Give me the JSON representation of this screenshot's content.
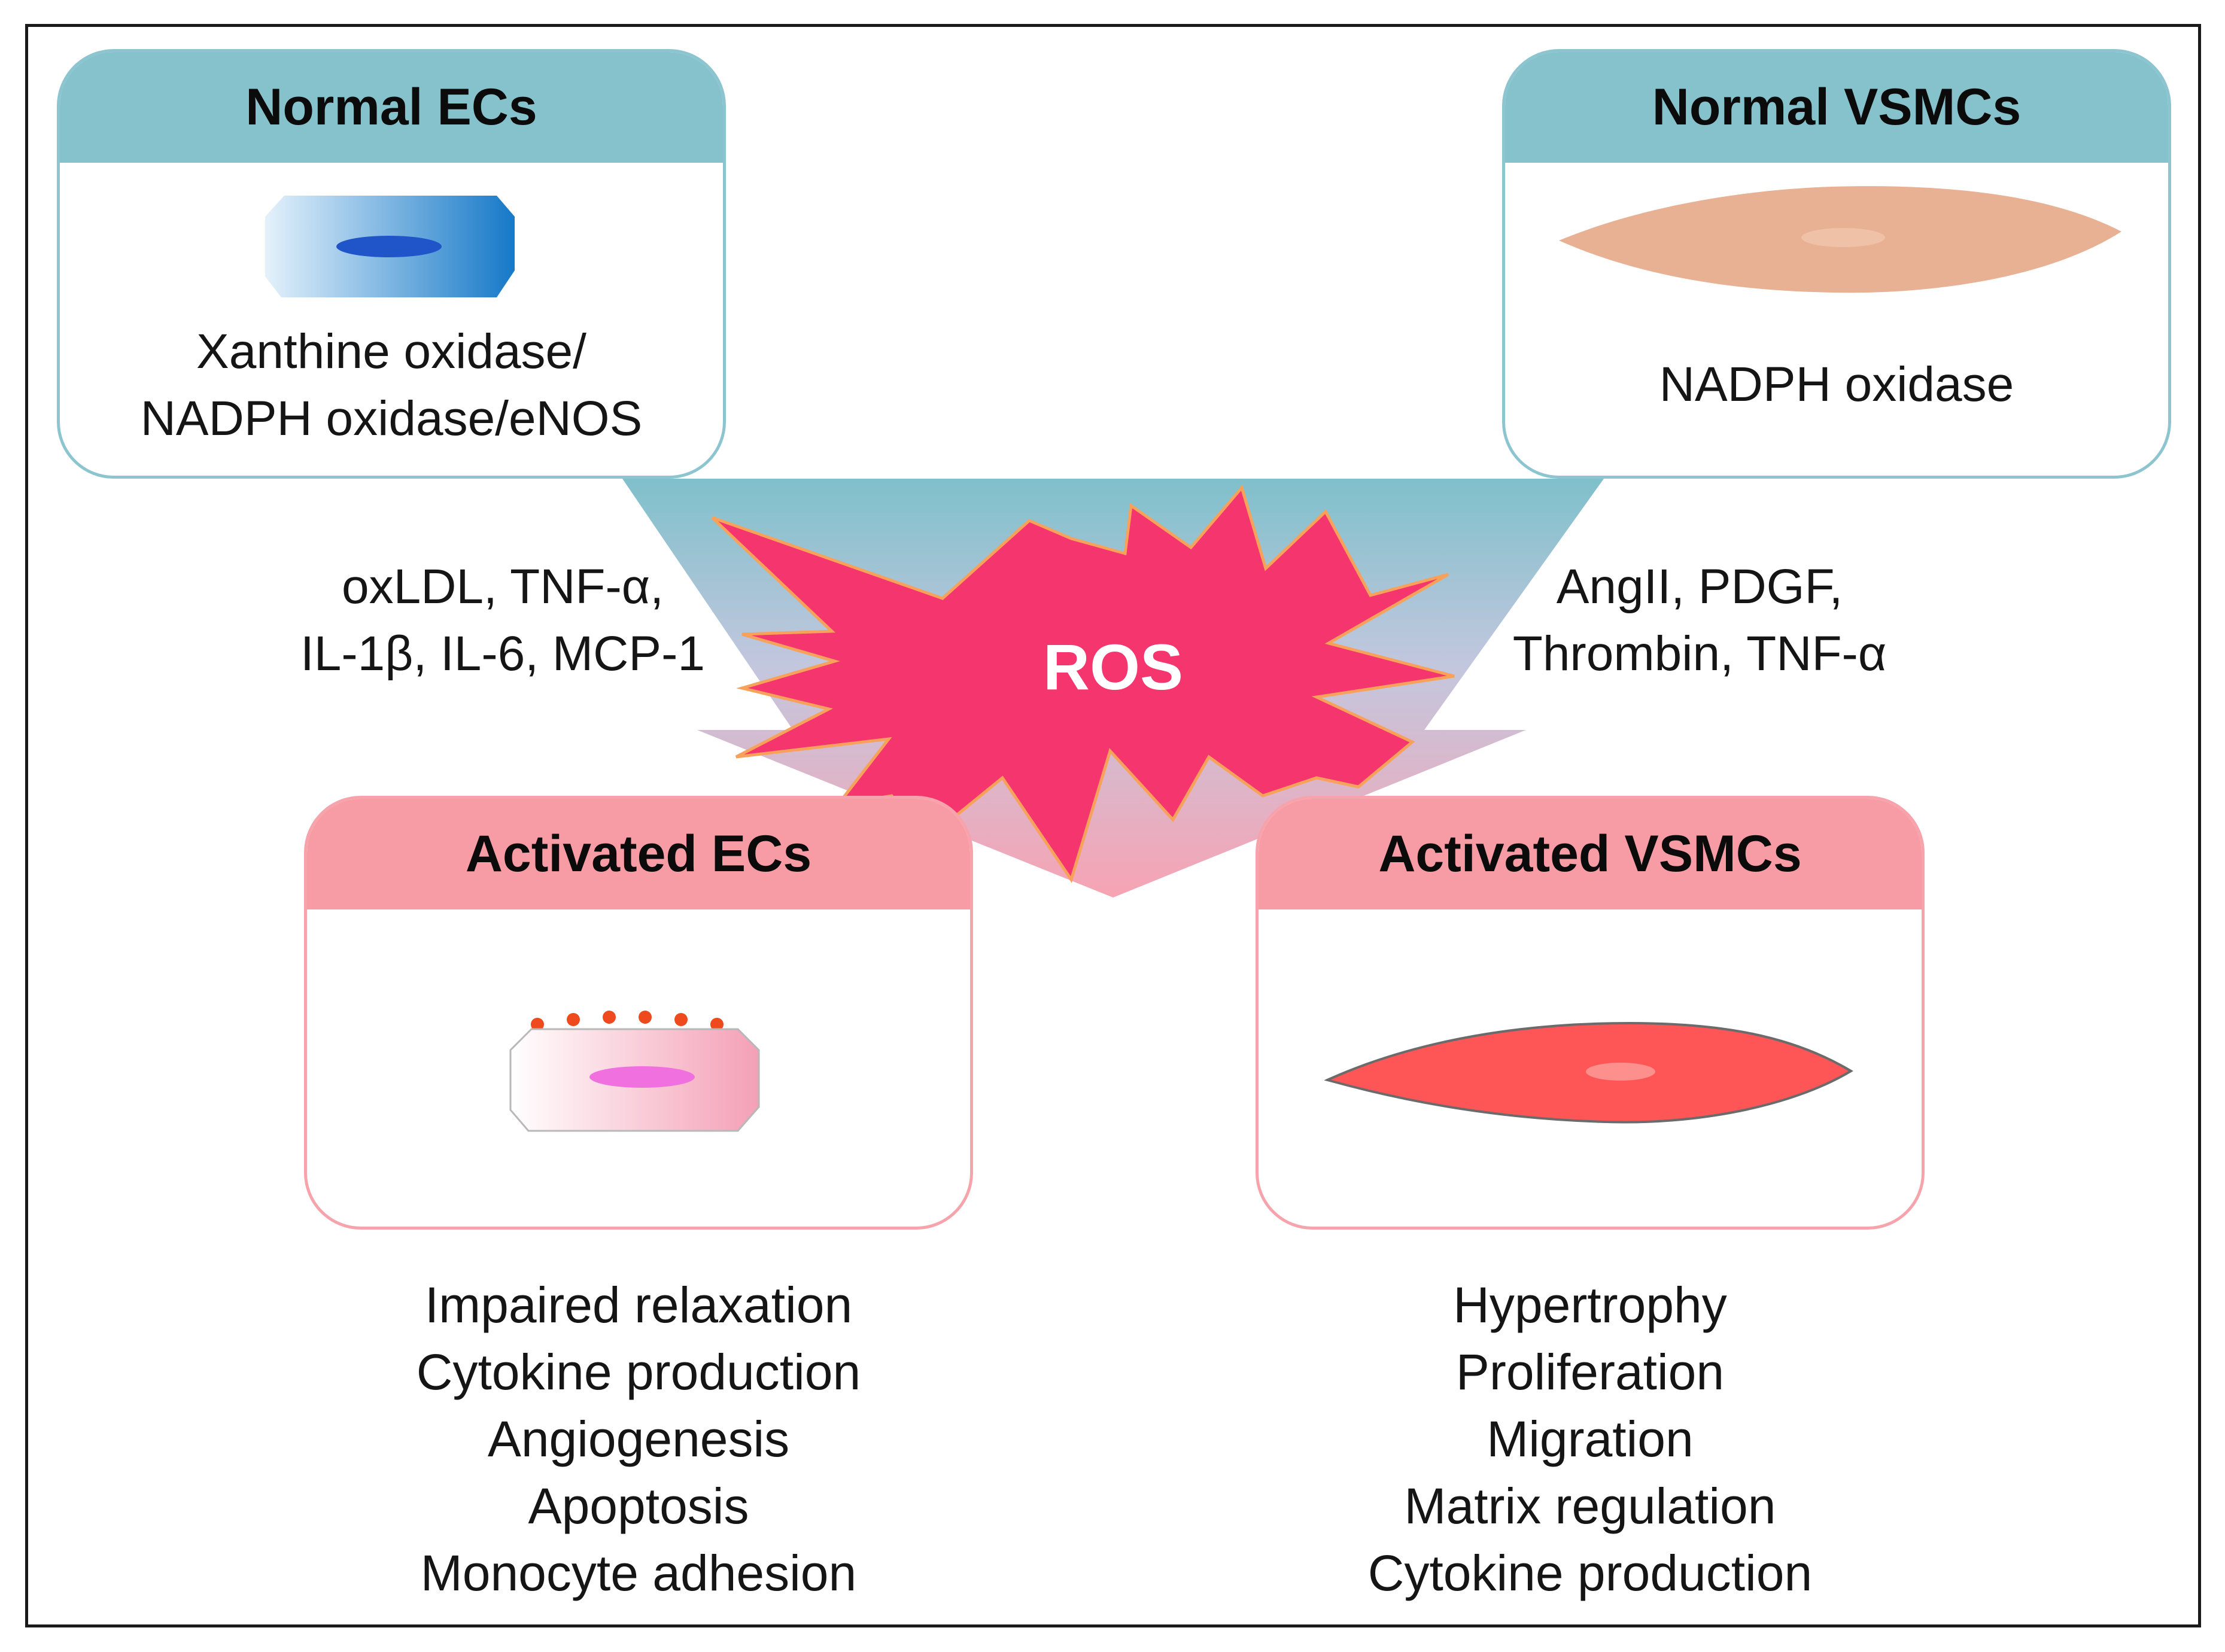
{
  "diagram": {
    "normal_ecs": {
      "title": "Normal ECs",
      "enzymes": [
        "Xanthine oxidase/",
        "NADPH oxidase/eNOS"
      ]
    },
    "normal_vsmcs": {
      "title": "Normal VSMCs",
      "enzymes": [
        "NADPH oxidase"
      ]
    },
    "ec_stimuli": [
      "oxLDL, TNF-α,",
      "IL-1β, IL-6, MCP-1"
    ],
    "vsmc_stimuli": [
      "AngII, PDGF,",
      "Thrombin, TNF-α"
    ],
    "ros_label": "ROS",
    "activated_ecs": {
      "title": "Activated ECs",
      "effects": [
        "Impaired relaxation",
        "Cytokine production",
        "Angiogenesis",
        "Apoptosis",
        "Monocyte adhesion"
      ]
    },
    "activated_vsmcs": {
      "title": "Activated VSMCs",
      "effects": [
        "Hypertrophy",
        "Proliferation",
        "Migration",
        "Matrix regulation",
        "Cytokine production"
      ]
    },
    "colors": {
      "teal": "#86c2cc",
      "pink": "#f79ca5",
      "ros_burst": "#f4356e",
      "ros_outline": "#f7a15a"
    }
  }
}
